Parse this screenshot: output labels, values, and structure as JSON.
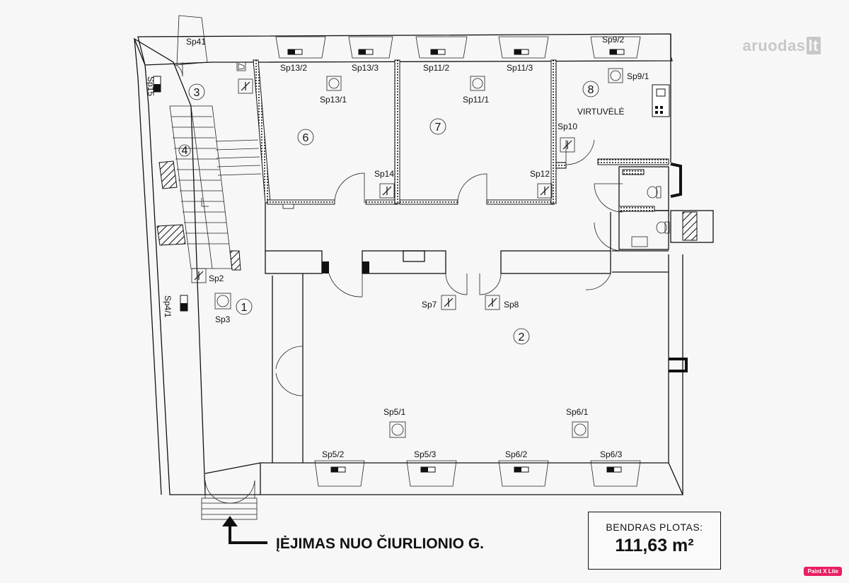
{
  "rooms": [
    {
      "id": "1",
      "label": "1"
    },
    {
      "id": "2",
      "label": "2"
    },
    {
      "id": "3",
      "label": "3"
    },
    {
      "id": "4",
      "label": "4"
    },
    {
      "id": "6",
      "label": "6"
    },
    {
      "id": "7",
      "label": "7"
    },
    {
      "id": "8",
      "label": "8"
    }
  ],
  "room_names": {
    "kitchen": "VIRTUVĖLĖ"
  },
  "labels": {
    "sp41": "Sp41",
    "sp15": "Sp15",
    "sp13_2": "Sp13/2",
    "sp13_3": "Sp13/3",
    "sp13_1": "Sp13/1",
    "sp11_2": "Sp11/2",
    "sp11_3": "Sp11/3",
    "sp11_1": "Sp11/1",
    "sp9_2": "Sp9/2",
    "sp9_1": "Sp9/1",
    "sp10": "Sp10",
    "sp14": "Sp14",
    "sp12": "Sp12",
    "sp2": "Sp2",
    "sp3": "Sp3",
    "sp4_1": "Sp4/1",
    "sp7": "Sp7",
    "sp8": "Sp8",
    "sp5_1": "Sp5/1",
    "sp6_1": "Sp6/1",
    "sp5_2": "Sp5/2",
    "sp5_3": "Sp5/3",
    "sp6_2": "Sp6/2",
    "sp6_3": "Sp6/3"
  },
  "entrance": "ĮĖJIMAS NUO ČIURLIONIO G.",
  "area": {
    "label": "BENDRAS PLOTAS:",
    "value": "111,63 m²"
  },
  "logo": {
    "text": "aruodas",
    "suffix": "lt"
  },
  "badge": "Paint X Lite",
  "colors": {
    "line": "#111111",
    "background": "#f7f7f7",
    "logo": "#c8c8c8",
    "badge": "#e91e63"
  }
}
